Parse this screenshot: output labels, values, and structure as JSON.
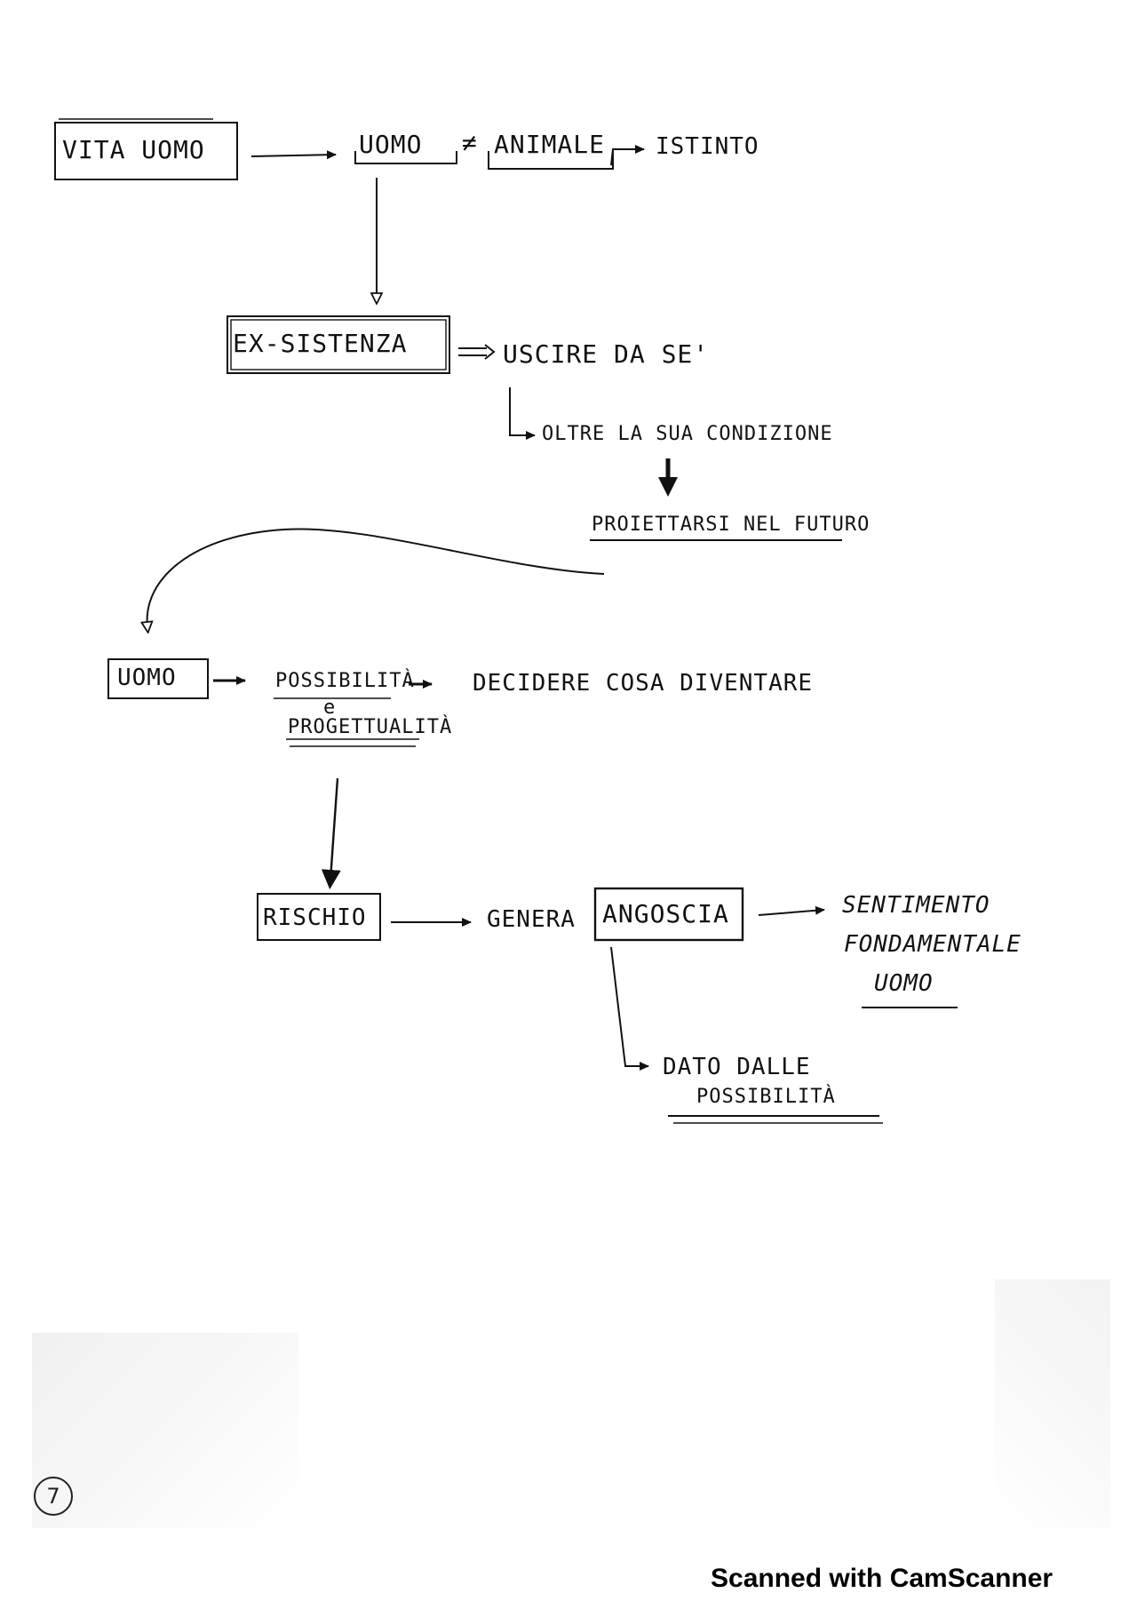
{
  "nodes": {
    "vita_uomo": "VITA UOMO",
    "uomo_top": "UOMO",
    "neq": "≠",
    "animale": "ANIMALE",
    "istinto": "ISTINTO",
    "esistenza": "EX-SISTENZA",
    "uscire": "USCIRE DA SE'",
    "oltre": "OLTRE LA SUA CONDIZIONE",
    "proiettarsi": "PROIETTARSI NEL FUTURO",
    "uomo_mid": "UOMO",
    "possibilita": "POSSIBILITÀ",
    "e": "e",
    "progettualita": "PROGETTUALITÀ",
    "decidere": "DECIDERE COSA DIVENTARE",
    "rischio": "RISCHIO",
    "genera": "GENERA",
    "angoscia": "ANGOSCIA",
    "sentimento_1": "SENTIMENTO",
    "sentimento_2": "FONDAMENTALE",
    "sentimento_3": "UOMO",
    "dato_1": "DATO DALLE",
    "dato_2": "POSSIBILITÀ"
  },
  "page_number": "7",
  "footer": "Scanned with CamScanner"
}
